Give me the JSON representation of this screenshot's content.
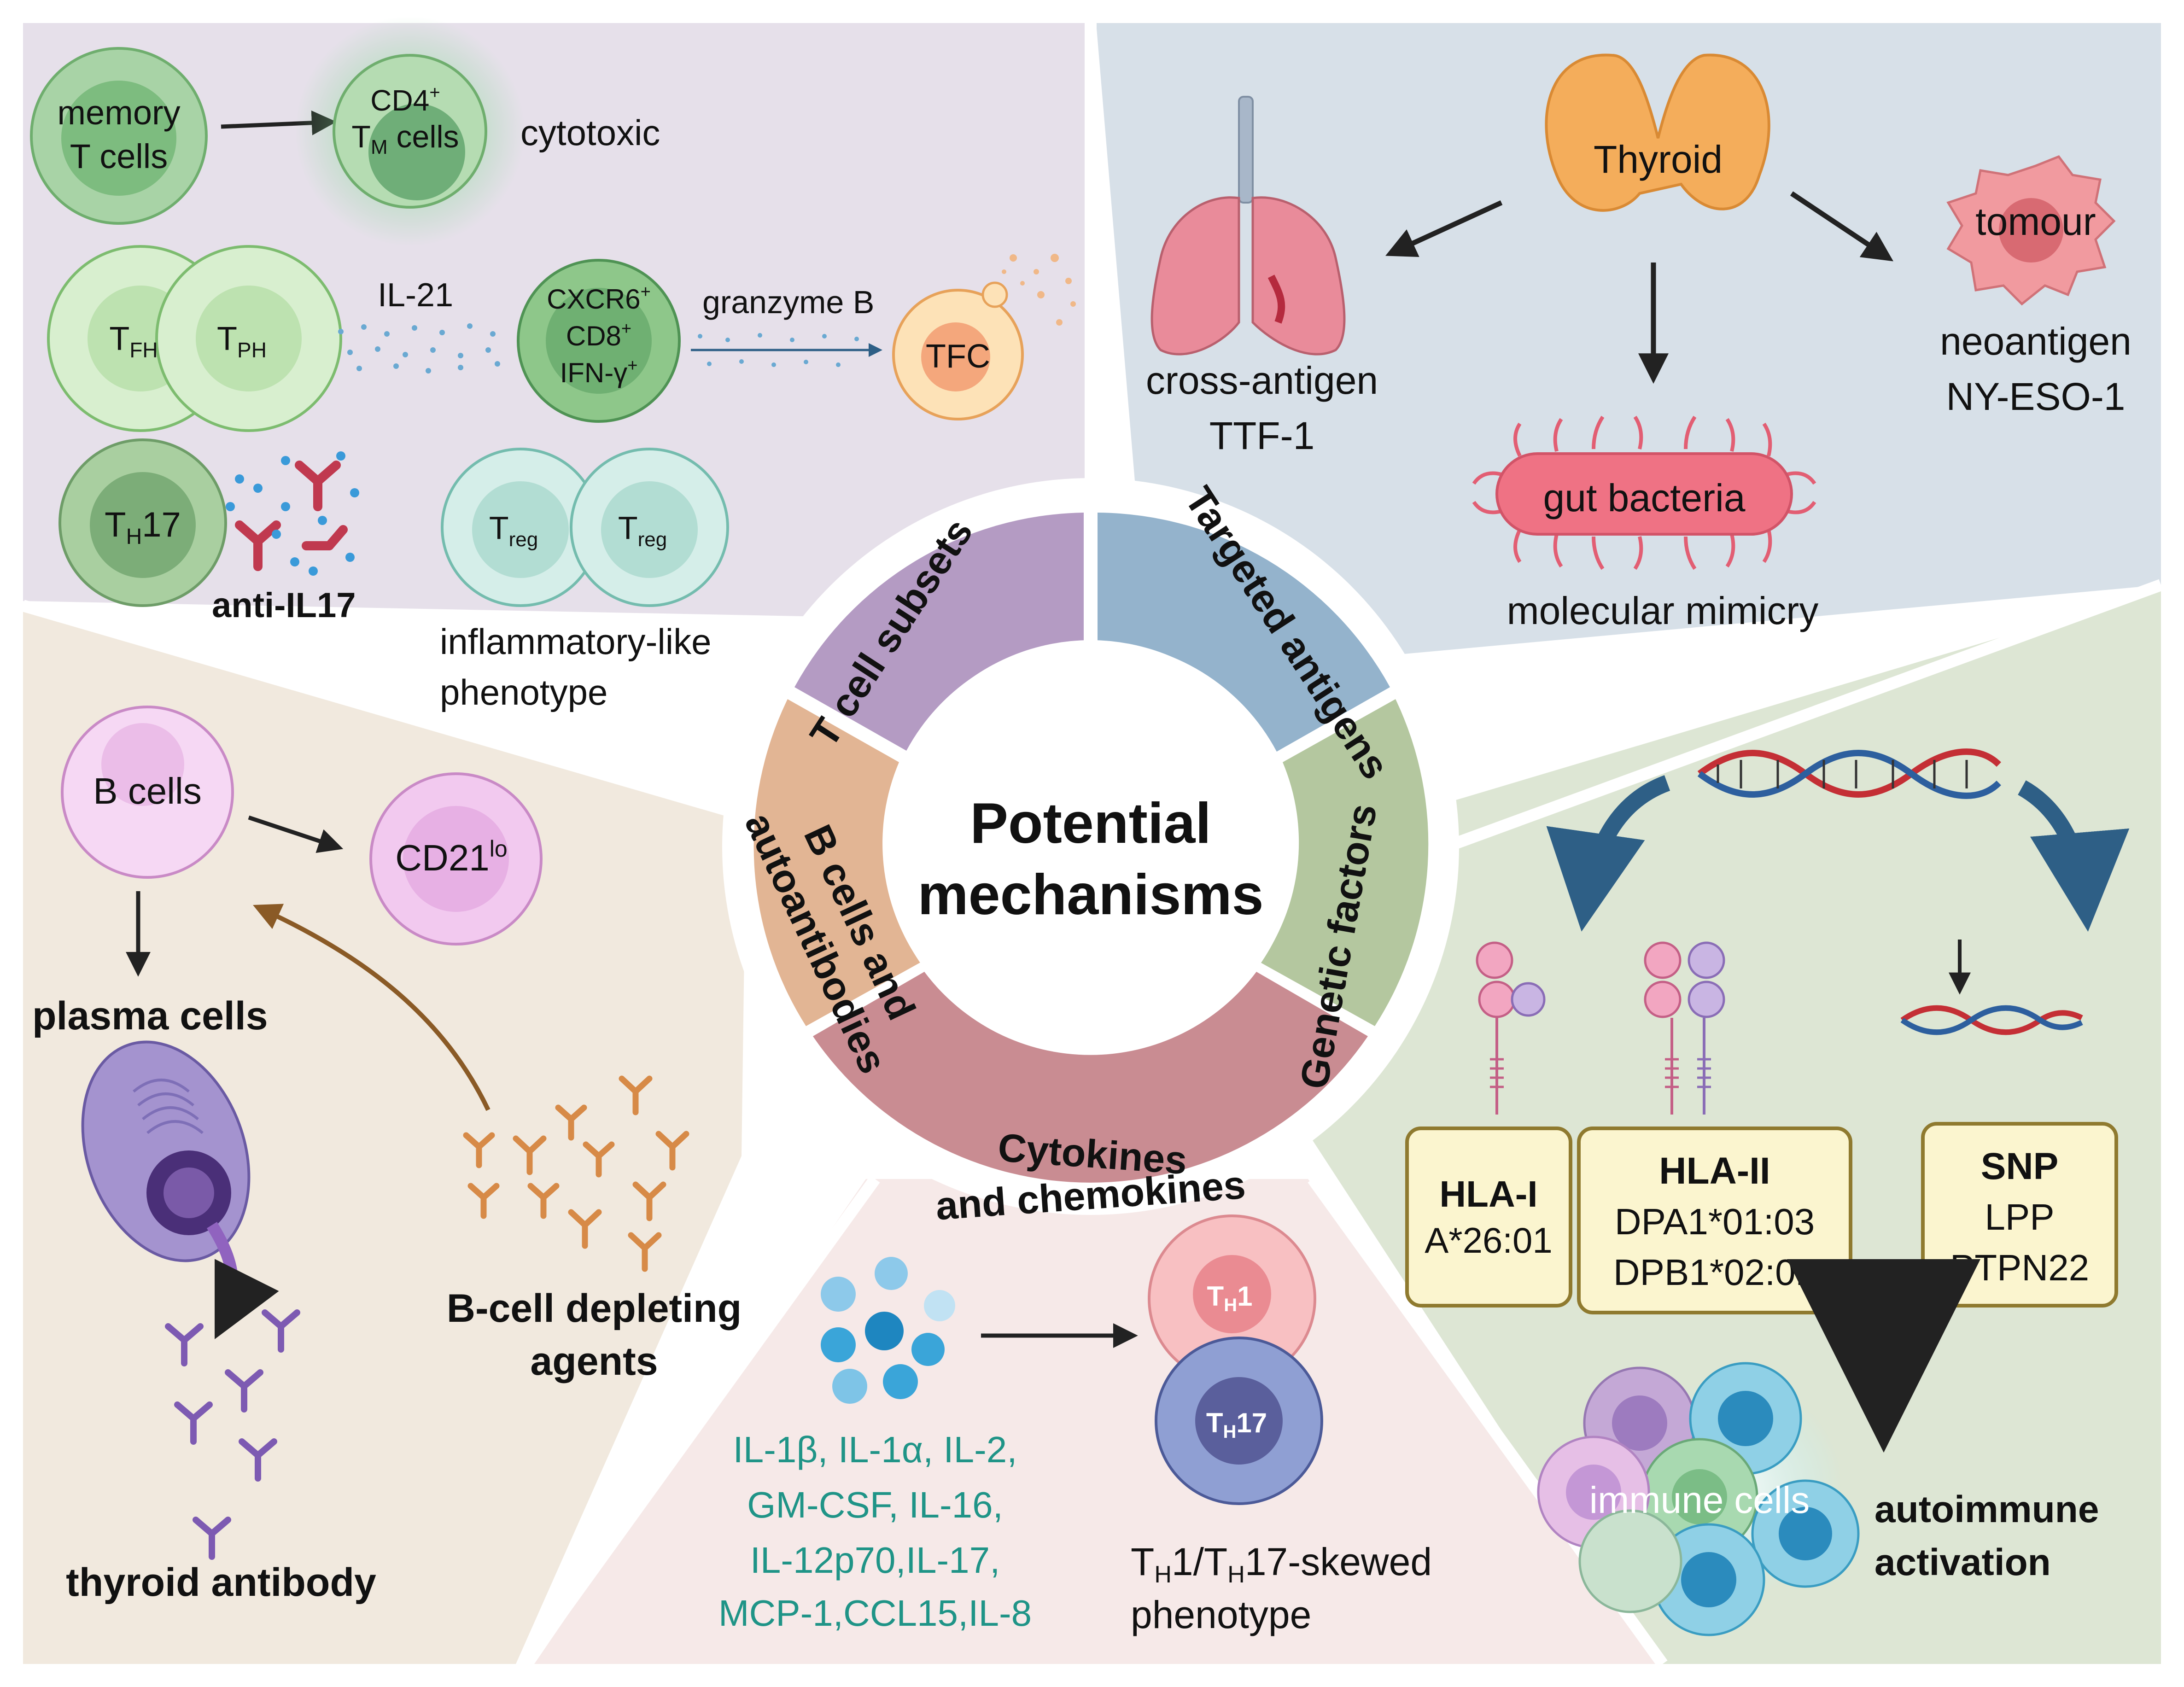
{
  "center": {
    "line1": "Potential",
    "line2": "mechanisms"
  },
  "ring": {
    "t_cell_subsets": "T cell subsets",
    "targeted_antigens": "Targeted antigens",
    "genetic_factors": "Genetic factors",
    "cytokines_line1": "Cytokines",
    "cytokines_line2": "and chemokines",
    "bcells_line1": "B cells and",
    "bcells_line2": "autoantibodies"
  },
  "tcell": {
    "memory_line1": "memory",
    "memory_line2": "T cells",
    "cd4": "CD4",
    "cd4_sup": "+",
    "tm": "T",
    "tm_sub": "M",
    "tm_rest": " cells",
    "cytotoxic": "cytotoxic",
    "tfh": "T",
    "tfh_sub": "FH",
    "tph": "T",
    "tph_sub": "PH",
    "il21": "IL-21",
    "cxcr6": "CXCR6",
    "cxcr6_sup": "+",
    "cd8": "CD8",
    "cd8_sup": "+",
    "ifn": "IFN-γ",
    "ifn_sup": "+",
    "granzyme": "granzyme B",
    "tfc": "TFC",
    "th17": "T",
    "th17_sub": "H",
    "th17_rest": "17",
    "anti_il17": "anti-IL17",
    "treg": "T",
    "treg_sub": "reg",
    "inflam_line1": "inflammatory-like",
    "inflam_line2": "phenotype"
  },
  "antigens": {
    "thyroid": "Thyroid",
    "cross_line1": "cross-antigen",
    "cross_line2": "TTF-1",
    "tomour": "tomour",
    "neo_line1": "neoantigen",
    "neo_line2": "NY-ESO-1",
    "gut": "gut bacteria",
    "mimicry": "molecular mimicry"
  },
  "genetic": {
    "hla1_title": "HLA-I",
    "hla1_allele": "A*26:01",
    "hla2_title": "HLA-II",
    "hla2_allele1": "DPA1*01:03",
    "hla2_allele2": "DPB1*02:01",
    "snp_title": "SNP",
    "snp_gene1": "LPP",
    "snp_gene2": "PTPN22",
    "immune_cells": "immune cells",
    "auto_line1": "autoimmune",
    "auto_line2": "activation"
  },
  "cytokines": {
    "line1": "IL-1β, IL-1α, IL-2,",
    "line2": "GM-CSF, IL-16,",
    "line3": "IL-12p70,IL-17,",
    "line4": "MCP-1,CCL15,IL-8",
    "th1": "T",
    "th1_sub": "H",
    "th1_rest": "1",
    "th17": "T",
    "th17_sub": "H",
    "th17_rest": "17",
    "skew_a": "T",
    "skew_a_sub": "H",
    "skew_b": "1/T",
    "skew_b_sub": "H",
    "skew_c": "17-skewed",
    "phenotype": "phenotype"
  },
  "bcell": {
    "b_cells": "B cells",
    "cd21": "CD21",
    "cd21_sup": "lo",
    "plasma": "plasma cells",
    "depleting_line1": "B-cell depleting",
    "depleting_line2": "agents",
    "thyroid_antibody": "thyroid antibody"
  },
  "colors": {
    "tcell_bg": "#e6e0ea",
    "antigen_bg": "#d7e0e8",
    "genetic_bg": "#dde6d4",
    "cytokine_bg": "#f6e9e8",
    "bcell_bg": "#f1e9de",
    "ring_tcell": "#b49bc3",
    "ring_antigen": "#94b3cc",
    "ring_genetic": "#b4c79f",
    "ring_cytokine": "#c98c92",
    "ring_bcell": "#e2b594",
    "teal_text": "#1f9487"
  }
}
